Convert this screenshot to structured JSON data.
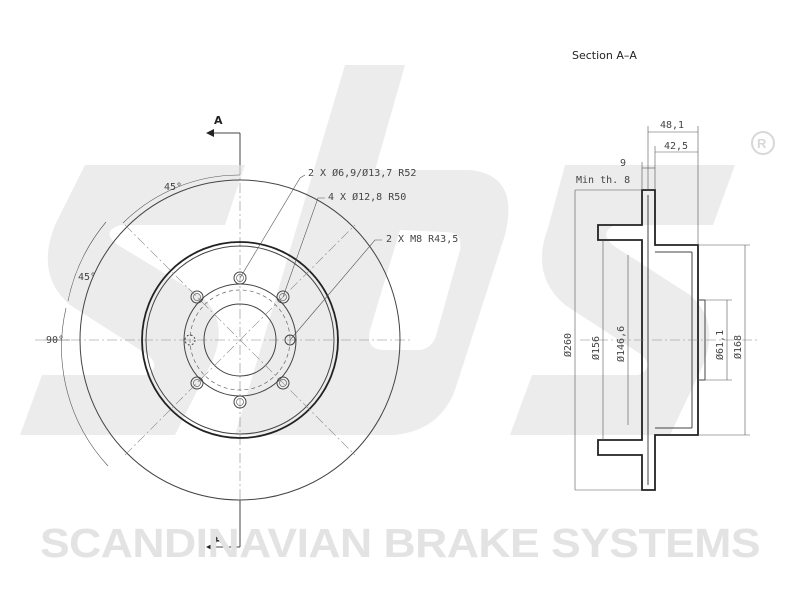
{
  "section_title": "Section A–A",
  "section_marker": "A",
  "angles": [
    "45°",
    "45°",
    "90°"
  ],
  "callouts": [
    "2 X Ø6,9/Ø13,7  R52",
    "4 X Ø12,8  R50",
    "2 X M8  R43,5"
  ],
  "section_dims": {
    "width_overall": "48,1",
    "width_hat": "42,5",
    "thickness": "9",
    "min_thickness": "Min th. 8",
    "dia_outer": "Ø260",
    "dia_156": "Ø156",
    "dia_146": "Ø146,6",
    "dia_61": "Ø61,1",
    "dia_168": "Ø168"
  },
  "brand_text": "SCANDINAVIAN BRAKE SYSTEMS",
  "registered_mark": "®",
  "colors": {
    "line": "#222222",
    "watermark": "#e3e3e3"
  }
}
